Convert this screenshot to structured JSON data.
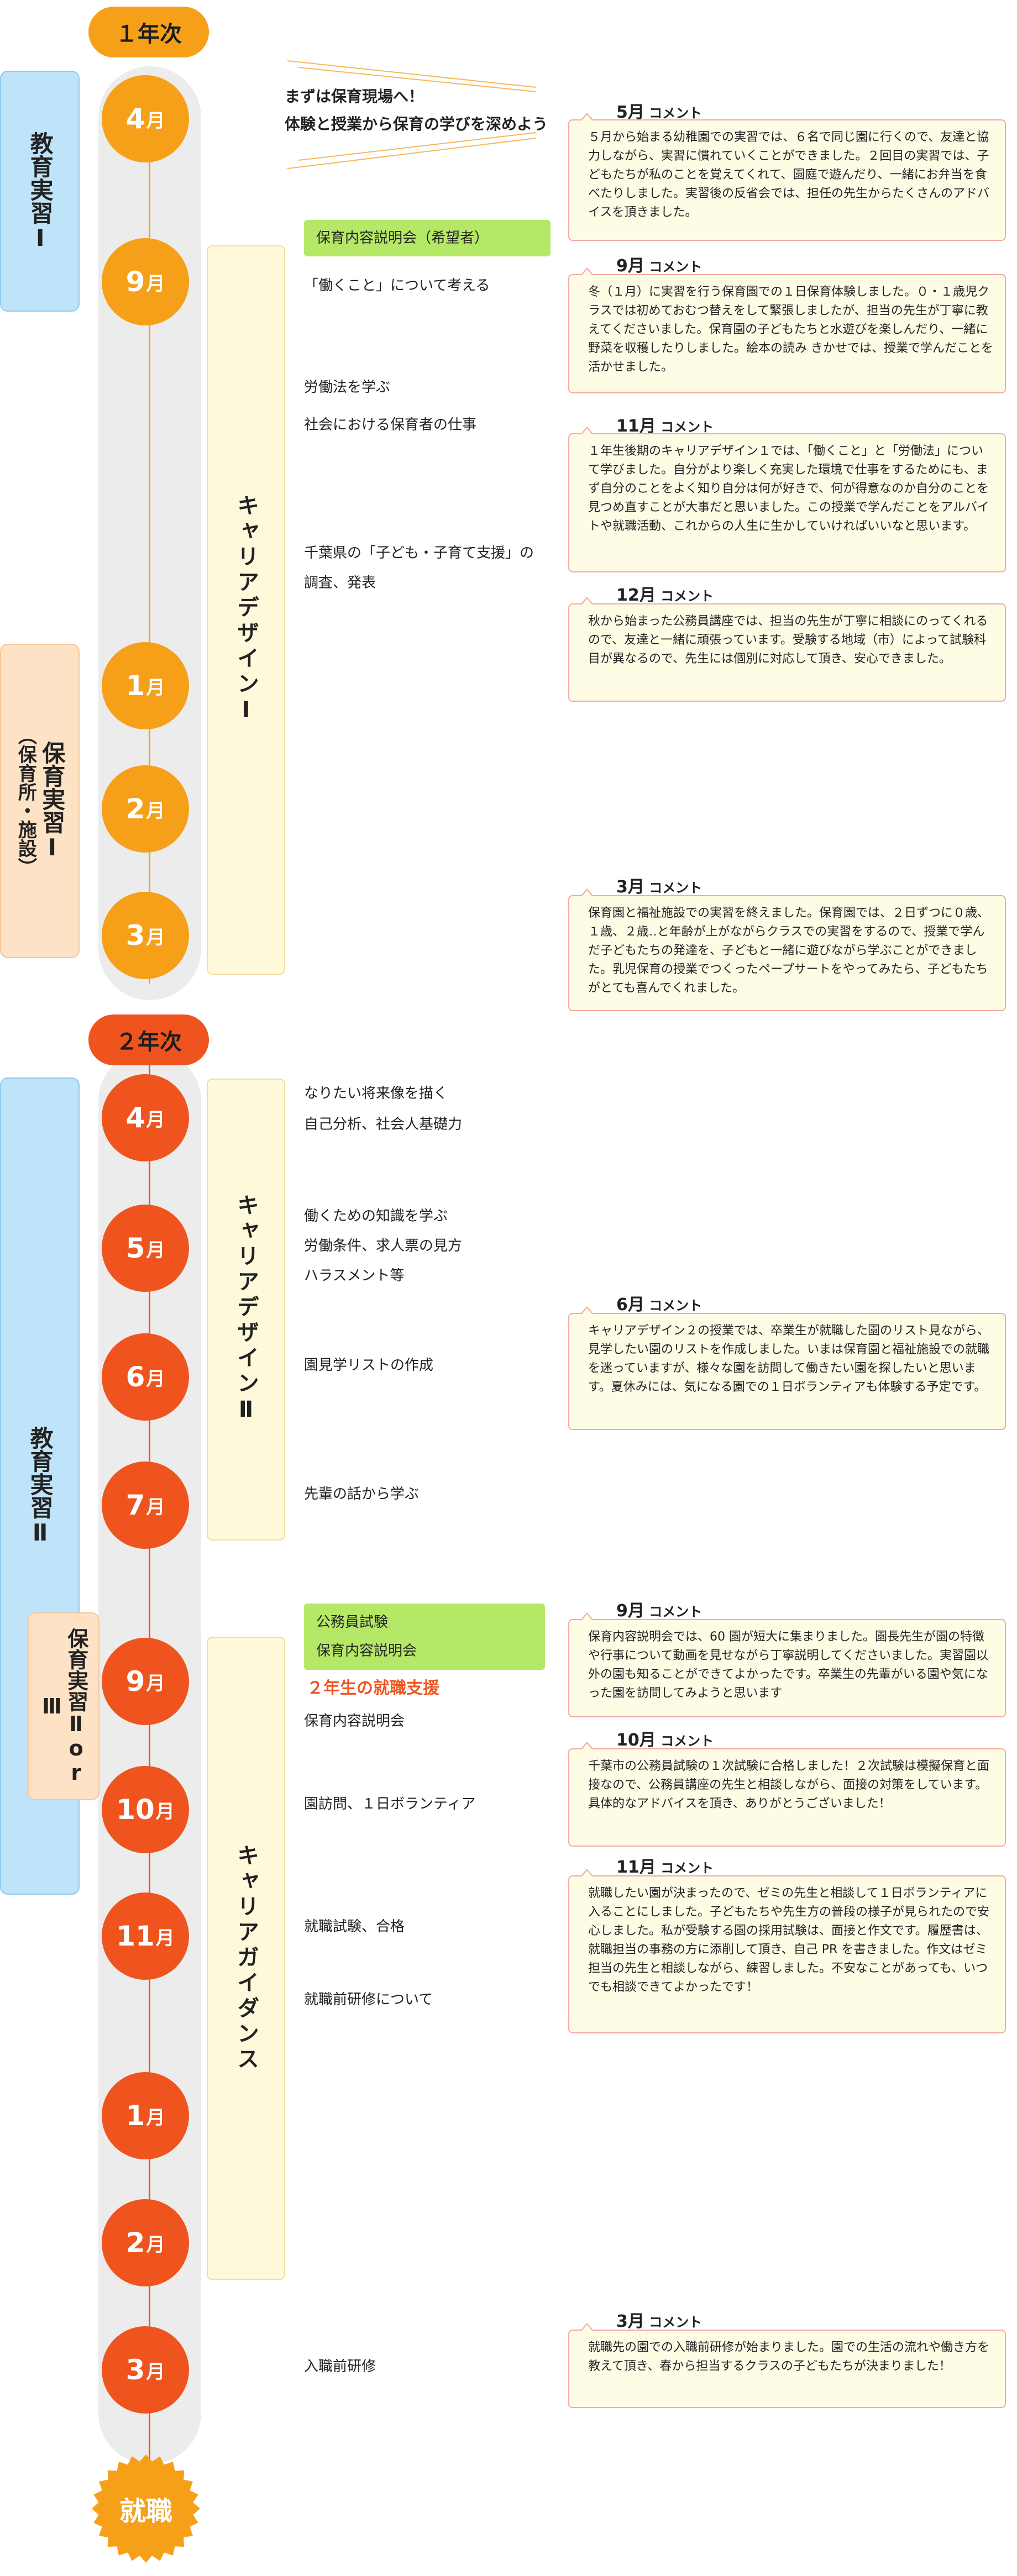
{
  "years": {
    "year1": "１年次",
    "year2": "２年次"
  },
  "month_unit": "月",
  "months_y1": [
    "4",
    "9",
    "1",
    "2",
    "3"
  ],
  "months_y2": [
    "4",
    "5",
    "6",
    "7",
    "9",
    "10",
    "11",
    "1",
    "2",
    "3"
  ],
  "side_panels": {
    "edu1": "教育実習Ⅰ",
    "hoiku1_main": "保育実習Ⅰ",
    "hoiku1_sub": "（保育所・施設）",
    "edu2": "教育実習Ⅱ",
    "hoiku2": "保育実習Ⅱor Ⅲ"
  },
  "career": {
    "design1": "キャリアデザインⅠ",
    "design2": "キャリアデザインⅡ",
    "guidance": "キャリアガイダンス"
  },
  "intro": {
    "line1": "まずは保育現場へ！",
    "line2": "体験と授業から保育の学びを深めよう"
  },
  "activities_y1": {
    "green1": "保育内容説明会（希望者）",
    "a1": "「働くこと」について考える",
    "a2": "労働法を学ぶ",
    "a3": "社会における保育者の仕事",
    "a4_line1": "千葉県の「子ども・子育て支援」の",
    "a4_line2": "調査、発表"
  },
  "activities_y2": {
    "b1": "なりたい将来像を描く",
    "b2": "自己分析、社会人基礎力",
    "b3": "働くための知識を学ぶ",
    "b4": "労働条件、求人票の見方",
    "b5": "ハラスメント等",
    "b6": "園見学リストの作成",
    "b7": "先輩の話から学ぶ",
    "green2_line1": "公務員試験",
    "green2_line2": "保育内容説明会",
    "red": "２年生の就職支援",
    "b8": "保育内容説明会",
    "b9": "園訪問、１日ボランティア",
    "b10": "就職試験、合格",
    "b11": "就職前研修について",
    "b12": "入職前研修"
  },
  "comment_label": "コメント",
  "comments": [
    {
      "month": "5月",
      "text": "５月から始まる幼稚園での実習では、６名で同じ園に行くので、友達と協力しながら、実習に慣れていくことができました。２回目の実習では、子どもたちが私のことを覚えてくれて、園庭で遊んだり、一緒にお弁当を食べたりしました。実習後の反省会では、担任の先生からたくさんのアドバイスを頂きました。"
    },
    {
      "month": "9月",
      "text": "冬（１月）に実習を行う保育園での１日保育体験しました。０・１歳児クラスでは初めておむつ替えをして緊張しましたが、担当の先生が丁寧に教えてくださいました。保育園の子どもたちと水遊びを楽しんだり、一緒に野菜を収穫したりしました。絵本の読み きかせでは、授業で学んだことを活かせました。"
    },
    {
      "month": "11月",
      "text": "１年生後期のキャリアデザイン１では、「働くこと」と「労働法」について学びました。自分がより楽しく充実した環境で仕事をするためにも、まず自分のことをよく知り自分は何が好きで、何が得意なのか自分のことを見つめ直すことが大事だと思いました。この授業で学んだことをアルバイトや就職活動、これからの人生に生かしていければいいなと思います。"
    },
    {
      "month": "12月",
      "text": "秋から始まった公務員講座では、担当の先生が丁寧に相談にのってくれるので、友達と一緒に頑張っています。受験する地域（市）によって試験科目が異なるので、先生には個別に対応して頂き、安心できました。"
    },
    {
      "month": "3月",
      "text": "保育園と福祉施設での実習を終えました。保育園では、２日ずつに０歳、１歳、２歳‥と年齢が上がながらクラスでの実習をするので、授業で学んだ子どもたちの発達を、子どもと一緒に遊びながら学ぶことができました。乳児保育の授業でつくったペープサートをやってみたら、子どもたちがとても喜んでくれました。"
    },
    {
      "month": "6月",
      "text": "キャリアデザイン２の授業では、卒業生が就職した園のリスト見ながら、見学したい園のリストを作成しました。いまは保育園と福祉施設での就職を迷っていますが、様々な園を訪問して働きたい園を探したいと思います。夏休みには、気になる園での１日ボランティアも体験する予定です。"
    },
    {
      "month": "9月",
      "text": "保育内容説明会では、60 園が短大に集まりました。園長先生が園の特徴や行事について動画を見せながら丁寧説明してくださいました。実習園以外の園も知ることができてよかったです。卒業生の先輩がいる園や気になった園を訪問してみようと思います"
    },
    {
      "month": "10月",
      "text": "千葉市の公務員試験の１次試験に合格しました！２次試験は模擬保育と面接なので、公務員講座の先生と相談しながら、面接の対策をしています。具体的なアドバイスを頂き、ありがとうございました！"
    },
    {
      "month": "11月",
      "text": "就職したい園が決まったので、ゼミの先生と相談して１日ボランティアに入ることにしました。子どもたちや先生方の普段の様子が見られたので安心しました。私が受験する園の採用試験は、面接と作文です。履歴書は、就職担当の事務の方に添削して頂き、自己 PR を書きました。作文はゼミ担当の先生と相談しながら、練習しました。不安なことがあっても、いつでも相談できてよかったです！"
    },
    {
      "month": "3月",
      "text": "就職先の園での入職前研修が始まりました。園での生活の流れや働き方を教えて頂き、春から担当するクラスの子どもたちが決まりました！"
    }
  ],
  "final": "就職",
  "colors": {
    "orange": "#f6a01a",
    "red_orange": "#f0541e",
    "green_label": "#b6e868",
    "blue_panel": "#bfe3f8",
    "peach_panel": "#fde2c6",
    "career_box": "#fff9dc",
    "comment_bg": "#fffce6",
    "comment_border": "#f4a9a0"
  }
}
